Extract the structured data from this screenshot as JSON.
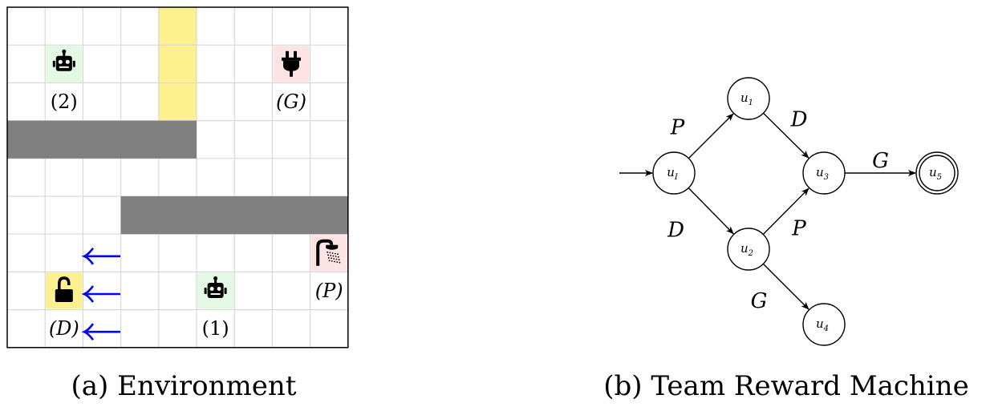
{
  "environment": {
    "caption": "(a) Environment",
    "cols": 9,
    "rows": 9,
    "colors": {
      "grid_line": "#d9d9d9",
      "border": "#000000",
      "wall": "#808080",
      "yellow_cell": "#fdf08f",
      "robot_bg": "#e3f9e3",
      "pink_bg": "#fde3e3",
      "lock_bg": "#fdf08f",
      "arrow": "#0000ff"
    },
    "walls": [
      {
        "col": 0,
        "row": 3,
        "w": 5,
        "h": 1
      },
      {
        "col": 3,
        "row": 5,
        "w": 6,
        "h": 1
      }
    ],
    "yellow_column": {
      "col": 4,
      "row": 0,
      "h": 3
    },
    "robot_icon": "robot-icon",
    "plug_icon": "plug-icon",
    "shower_icon": "shower-icon",
    "lock_icon": "unlock-icon",
    "arrow_icon": "left-arrow-icon",
    "items": {
      "robot2": {
        "col": 1,
        "row": 1,
        "label": "(2)"
      },
      "plug": {
        "col": 7,
        "row": 1,
        "label": "(G)"
      },
      "shower": {
        "col": 8,
        "row": 6,
        "label": "(P)"
      },
      "lock": {
        "col": 1,
        "row": 7,
        "label": "(D)"
      },
      "robot1": {
        "col": 5,
        "row": 7,
        "label": "(1)"
      }
    },
    "arrows": [
      {
        "col": 2,
        "row": 6
      },
      {
        "col": 2,
        "row": 7
      },
      {
        "col": 2,
        "row": 8
      }
    ]
  },
  "reward_machine": {
    "caption": "(b) Team Reward Machine",
    "nodes": [
      {
        "id": "uI",
        "base": "u",
        "sub": "I"
      },
      {
        "id": "u1",
        "base": "u",
        "sub": "1"
      },
      {
        "id": "u2",
        "base": "u",
        "sub": "2"
      },
      {
        "id": "u3",
        "base": "u",
        "sub": "3"
      },
      {
        "id": "u4",
        "base": "u",
        "sub": "4"
      },
      {
        "id": "u5",
        "base": "u",
        "sub": "5",
        "accepting": true
      }
    ],
    "edges": [
      {
        "from": "uI",
        "to": "u1",
        "label": "P"
      },
      {
        "from": "uI",
        "to": "u2",
        "label": "D"
      },
      {
        "from": "u1",
        "to": "u3",
        "label": "D"
      },
      {
        "from": "u2",
        "to": "u3",
        "label": "P"
      },
      {
        "from": "u3",
        "to": "u5",
        "label": "G"
      },
      {
        "from": "u2",
        "to": "u4",
        "label": "G"
      }
    ],
    "start_node": "uI"
  }
}
